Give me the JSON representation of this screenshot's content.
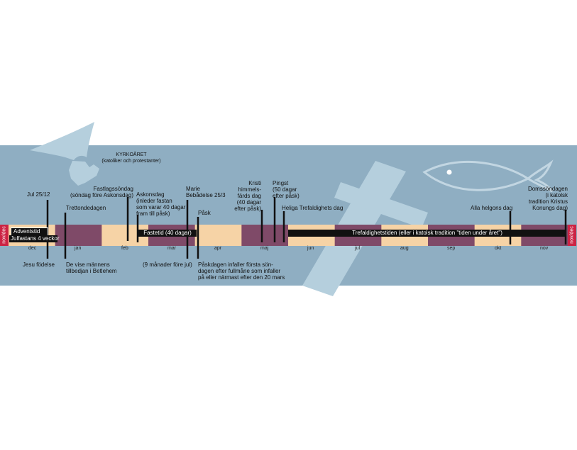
{
  "title": "KYRKOÅRET",
  "subtitle": "(katoliker och protestanter)",
  "edge_left": "nov/dec",
  "edge_right": "nov/dec",
  "months": [
    "dec",
    "jan",
    "feb",
    "mar",
    "apr",
    "maj",
    "jun",
    "jul",
    "aug",
    "sep",
    "okt",
    "nov"
  ],
  "labels_above": {
    "jul": "Jul 25/12",
    "trettondedagen": "Trettondedagen",
    "fastlagssondag": "Fastlagssöndag\n(söndag före Askonsdag)",
    "askonsdag": "Askonsdag\n(inleder fastan\nsom varar 40 dagar\nfram till påsk)",
    "marie": "Marie\nBebådelse 25/3",
    "pask": "Påsk",
    "kristi": "Kristi\nhimmels-\nfärds dag\n(40 dagar\nefter påsk)",
    "pingst": "Pingst\n(50 dagar\nefter påsk)",
    "trefaldighet": "Heliga Trefaldighets dag",
    "alla_helgon": "Alla helgons dag",
    "domssondagen": "Domssöndagen\n(i katolsk\ntradition Kristus\nKonungs dag)"
  },
  "labels_below": {
    "jesu": "Jesu födelse",
    "visemannen": "De vise männens\ntillbedjan i Betlehem",
    "manader": "(9 månader före jul)",
    "paskdagen": "Påskdagen infaller första sön-\ndagen efter fullmåne som infaller\npå eller närmast efter den 20 mars"
  },
  "ribbons": {
    "adventstid": "Adventstid",
    "julfastan": "Julfastans 4 veckor",
    "fastetid": "Fastetid (40 dagar)",
    "trefaldighetstiden": "Trefaldighetstiden (eller i katolsk tradition \"tiden under året\")"
  },
  "colors": {
    "background": "#8faec2",
    "shape": "#b5cfdd",
    "band_light": "#f6d3a6",
    "band_dark": "#7f4a68",
    "edge": "#cc2344",
    "ribbon": "#111111"
  },
  "icons": [
    "dove-icon",
    "fish-icon",
    "cross-icon"
  ]
}
